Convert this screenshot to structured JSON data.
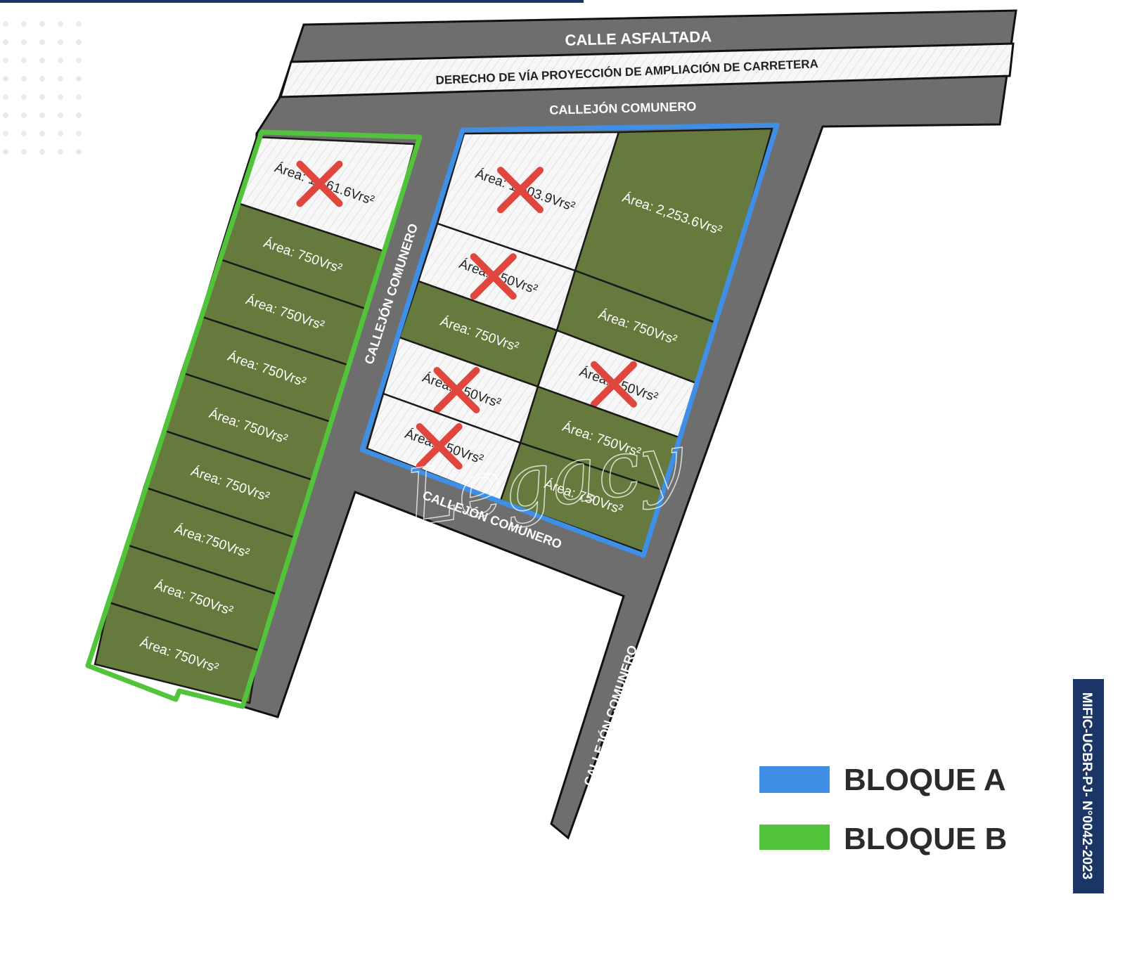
{
  "colors": {
    "road": "#6e6e6e",
    "lot_available": "#677a3d",
    "lot_sold": "#f7f7f7",
    "cross": "#e0453e",
    "bloque_a": "#3f8fe6",
    "bloque_b": "#52c43c",
    "navy": "#1b3566"
  },
  "streets": {
    "main": "CALLE ASFALTADA",
    "right_of_way": "DERECHO DE VÍA PROYECCIÓN DE AMPLIACIÓN DE CARRETERA",
    "alley_top": "CALLEJÓN COMUNERO",
    "alley_middle": "CALLEJÓN COMUNERO",
    "alley_bottom": "CALLEJÓN COMUNERO",
    "alley_right": "CALLEJÓN COMUNERO"
  },
  "bloque_a": {
    "lots": [
      {
        "label": "Área: 1,503.9Vrs²",
        "sold": true
      },
      {
        "label": "Área: 2,253.6Vrs²",
        "sold": false
      },
      {
        "label": "Área: 750Vrs²",
        "sold": true
      },
      {
        "label": "Área: 750Vrs²",
        "sold": false
      },
      {
        "label": "Área: 750Vrs²",
        "sold": false
      },
      {
        "label": "Área: 750Vrs²",
        "sold": true
      },
      {
        "label": "Área: 750Vrs²",
        "sold": true
      },
      {
        "label": "Área: 750Vrs²",
        "sold": true
      },
      {
        "label": "Área: 750Vrs²",
        "sold": false
      },
      {
        "label": "Área: 750Vrs²",
        "sold": false
      }
    ]
  },
  "bloque_b": {
    "lots": [
      {
        "label": "Área: 1,161.6Vrs²",
        "sold": true
      },
      {
        "label": "Área: 750Vrs²",
        "sold": false
      },
      {
        "label": "Área: 750Vrs²",
        "sold": false
      },
      {
        "label": "Área: 750Vrs²",
        "sold": false
      },
      {
        "label": "Área: 750Vrs²",
        "sold": false
      },
      {
        "label": "Área: 750Vrs²",
        "sold": false
      },
      {
        "label": "Área:750Vrs²",
        "sold": false
      },
      {
        "label": "Área: 750Vrs²",
        "sold": false
      },
      {
        "label": "Área: 750Vrs²",
        "sold": false
      }
    ]
  },
  "legend": {
    "a": "BLOQUE A",
    "b": "BLOQUE B"
  },
  "watermark": "Legacy",
  "document_id": "MIFIC-UCBR-PJ- N°0042-2023"
}
